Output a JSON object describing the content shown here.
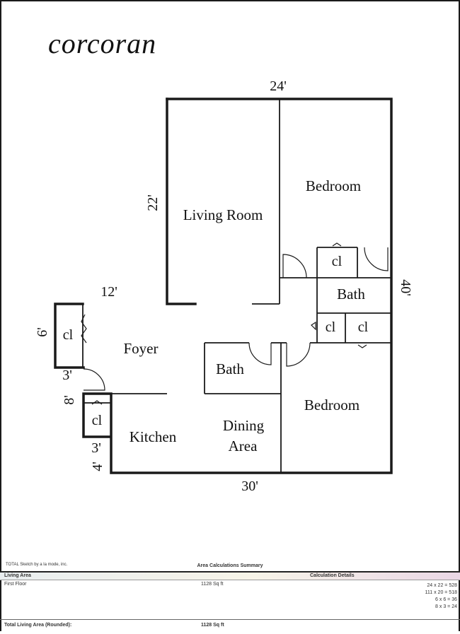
{
  "brand": {
    "logo_text": "corcoran"
  },
  "dimensions": {
    "top": "24'",
    "left_upper": "22'",
    "right": "40'",
    "ledge": "12'",
    "left_closet": "6'",
    "left_step_a": "3'",
    "left_step_b": "8'",
    "left_step_c": "3'",
    "left_step_d": "4'",
    "bottom": "30'"
  },
  "rooms": {
    "living_room": "Living Room",
    "bedroom_upper": "Bedroom",
    "bedroom_lower": "Bedroom",
    "bath_upper": "Bath",
    "bath_lower": "Bath",
    "foyer": "Foyer",
    "kitchen": "Kitchen",
    "dining_line1": "Dining",
    "dining_line2": "Area",
    "closet": "cl"
  },
  "footer": {
    "credit": "TOTAL Sketch by a la mode, inc.",
    "summary_title": "Area Calculations Summary",
    "header_left": "Living Area",
    "header_right": "Calculation Details",
    "floor_label": "First Floor",
    "floor_value": "1128 Sq ft",
    "calculations": [
      "24 x 22 = 528",
      "111 x 20 = 518",
      "6 x 6 = 36",
      "8 x 3 = 24"
    ],
    "total_label": "Total Living Area (Rounded):",
    "total_value": "1128 Sq ft"
  }
}
